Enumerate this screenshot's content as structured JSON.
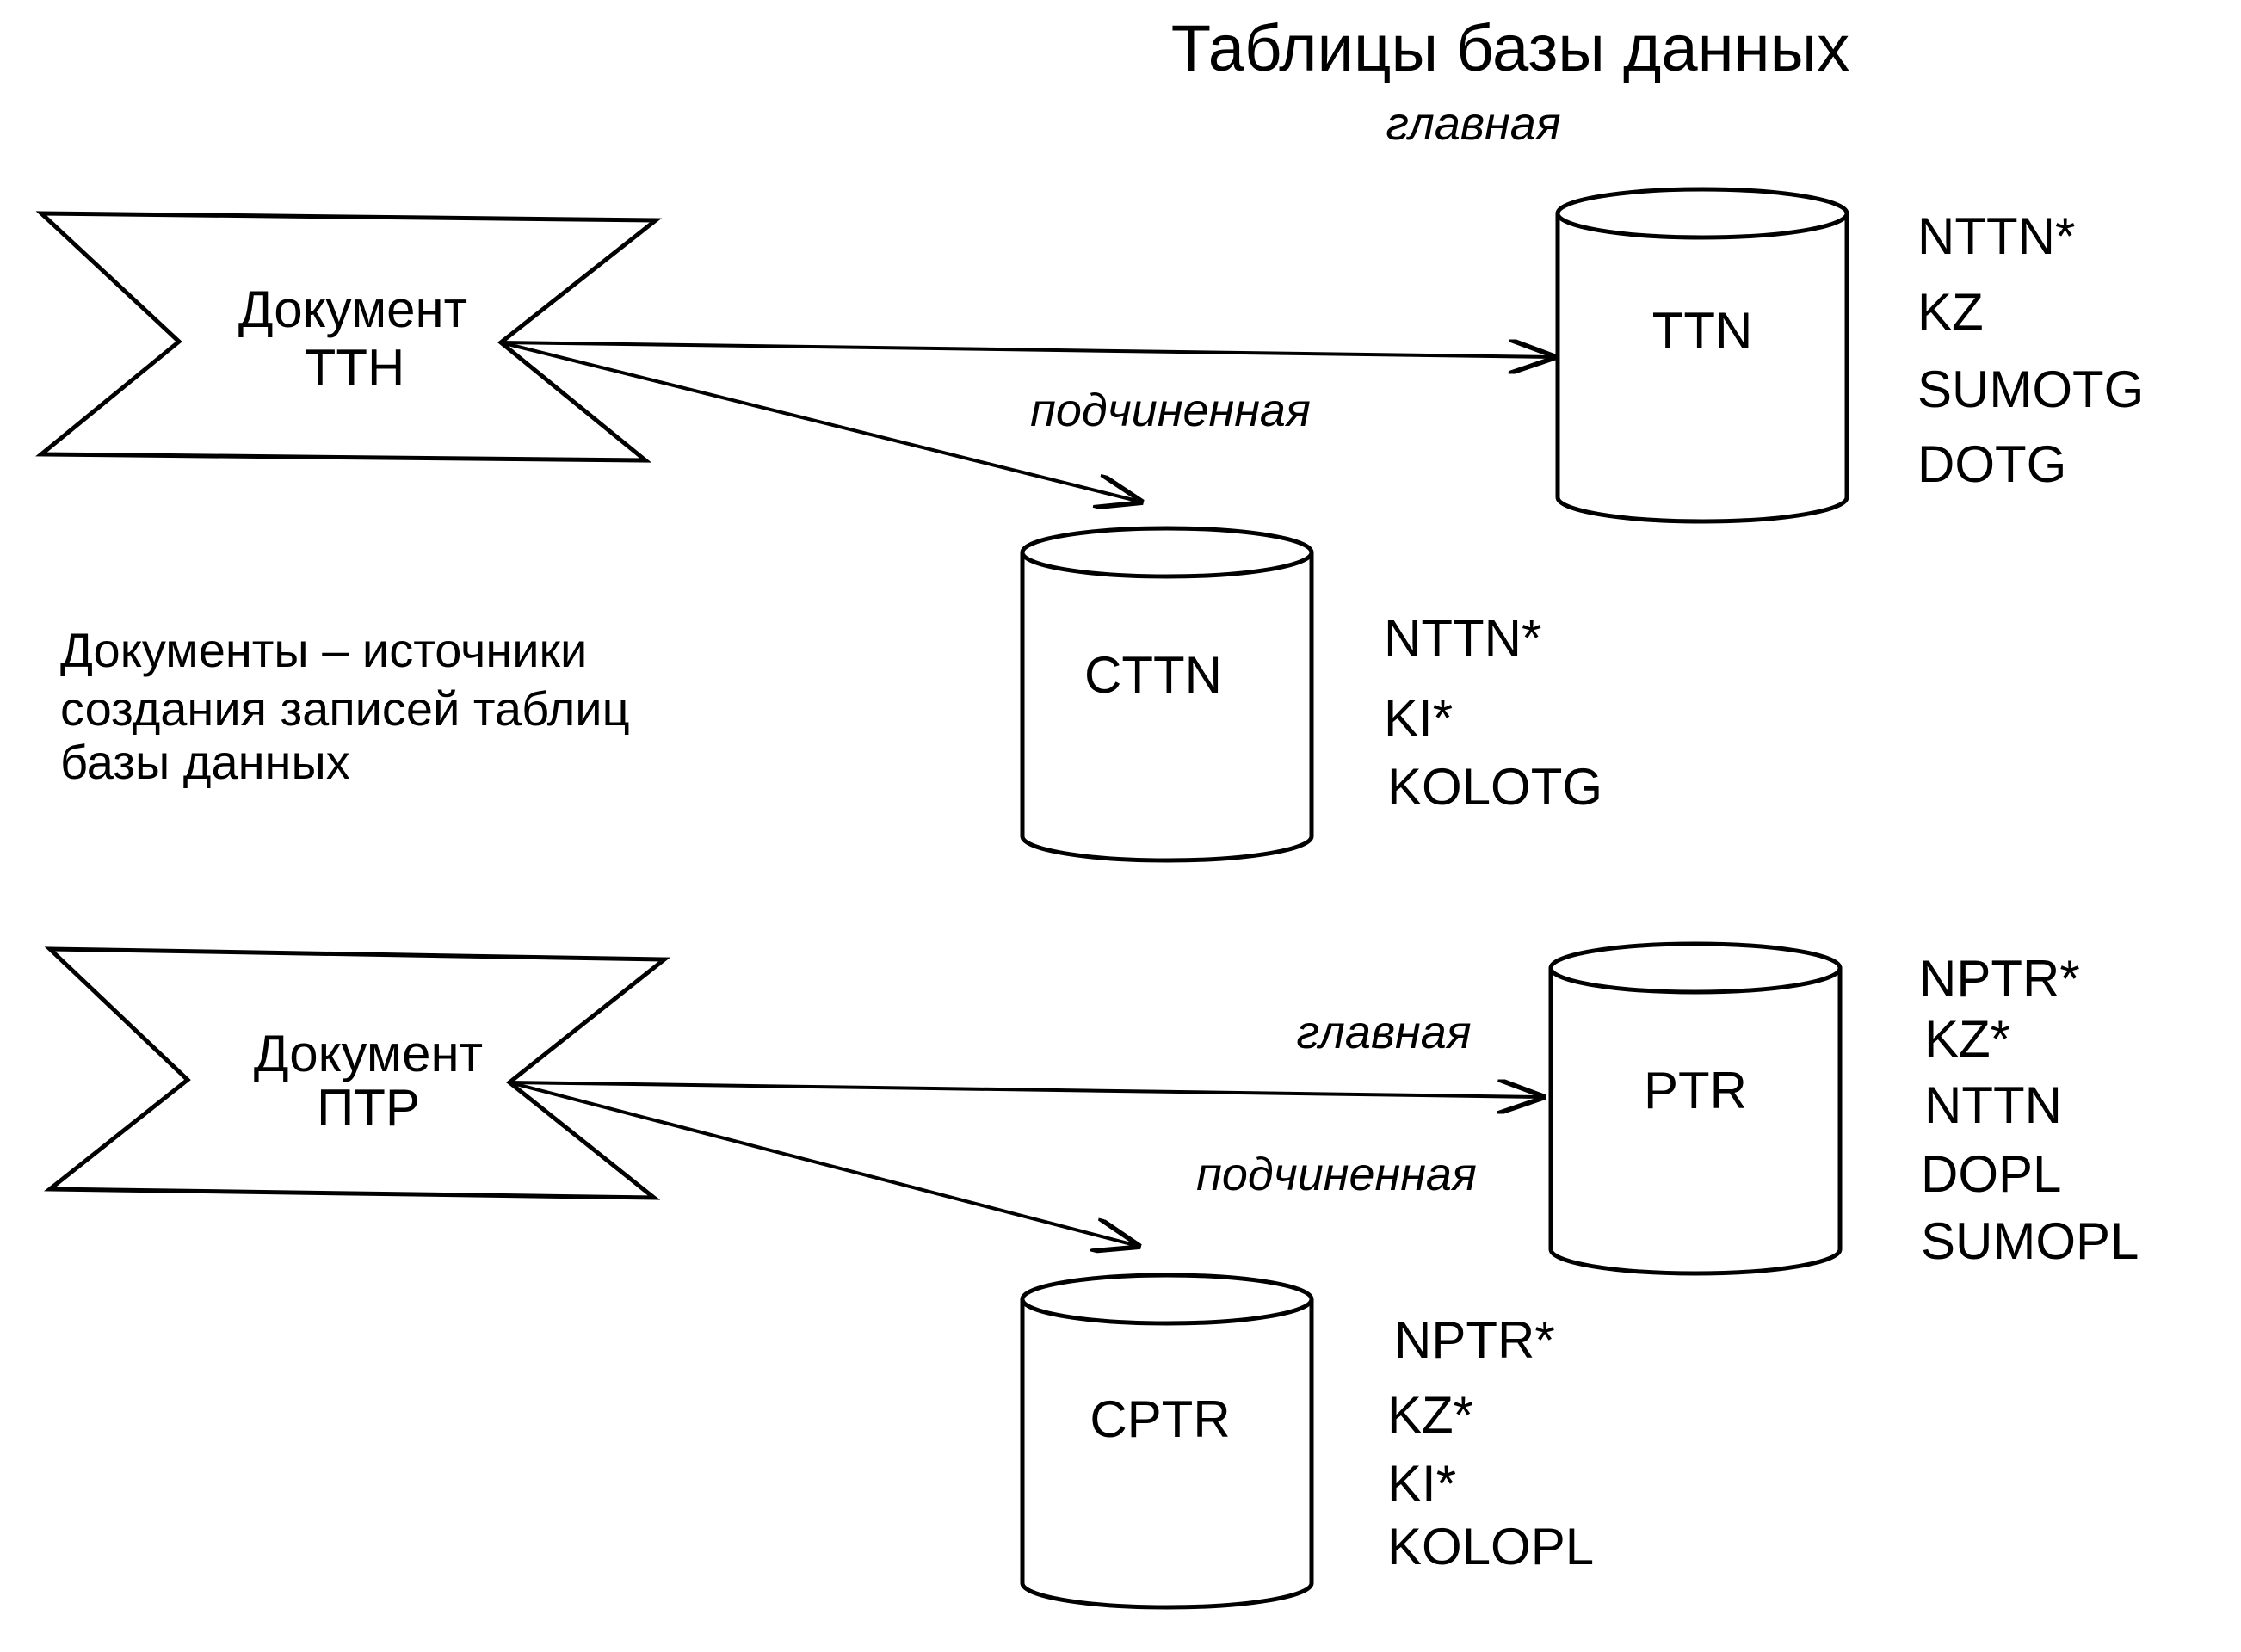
{
  "title": "Таблицы базы данных",
  "documents": [
    {
      "id": "doc-ttn",
      "line1": "Документ",
      "line2": "ТТН"
    },
    {
      "id": "doc-ptr",
      "line1": "Документ",
      "line2": "ПТР"
    }
  ],
  "tables": [
    {
      "id": "ttn",
      "name": "TTN",
      "fields": [
        "NTTN*",
        "KZ",
        "SUMOTG",
        "DOTG"
      ]
    },
    {
      "id": "cttn",
      "name": "CTTN",
      "fields": [
        "NTTN*",
        "KI*",
        "KOLOTG"
      ]
    },
    {
      "id": "ptr",
      "name": "PTR",
      "fields": [
        "NPTR*",
        "KZ*",
        "NTTN",
        "DOPL",
        "SUMOPL"
      ]
    },
    {
      "id": "cptr",
      "name": "CPTR",
      "fields": [
        "NPTR*",
        "KZ*",
        "KI*",
        "KOLOPL"
      ]
    }
  ],
  "relation_labels": {
    "main_1": "главная",
    "sub_1": "подчиненная",
    "main_2": "главная",
    "sub_2": "подчиненная"
  },
  "note": [
    "Документы – источники",
    "создания записей таблиц",
    "базы данных"
  ],
  "colors": {
    "line": "#000000",
    "background": "#ffffff"
  }
}
